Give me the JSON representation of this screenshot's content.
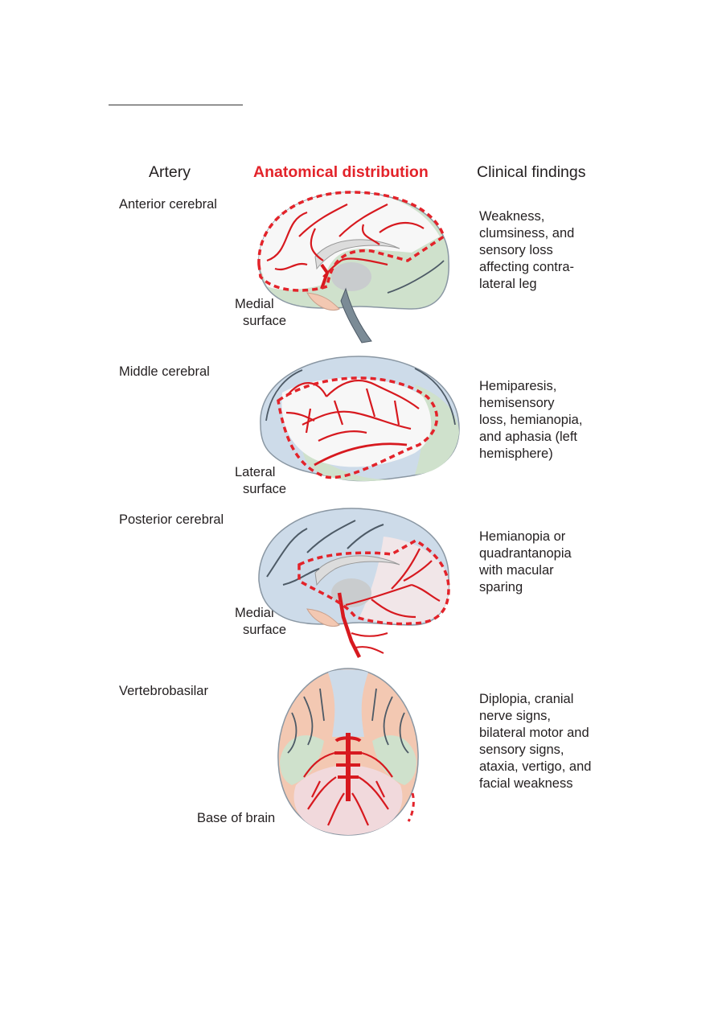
{
  "headers": {
    "artery": "Artery",
    "anatomical": "Anatomical distribution",
    "clinical": "Clinical findings"
  },
  "rows": [
    {
      "artery": "Anterior cerebral",
      "surface": [
        "Medial",
        "surface"
      ],
      "findings": [
        "Weakness,",
        "clumsiness, and",
        "sensory loss",
        "affecting contra-",
        "lateral leg"
      ]
    },
    {
      "artery": "Middle cerebral",
      "surface": [
        "Lateral",
        "surface"
      ],
      "findings": [
        "Hemiparesis,",
        "hemisensory",
        "loss, hemianopia,",
        "and aphasia (left",
        "hemisphere)"
      ]
    },
    {
      "artery": "Posterior cerebral",
      "surface": [
        "Medial",
        "surface"
      ],
      "findings": [
        "Hemianopia or",
        "quadrantanopia",
        "with macular",
        "sparing"
      ]
    },
    {
      "artery": "Vertebrobasilar",
      "surface": [
        "Base of brain"
      ],
      "findings": [
        "Diplopia, cranial",
        "nerve signs,",
        "bilateral motor and",
        "sensory signs,",
        "ataxia, vertigo, and",
        "facial weakness"
      ]
    }
  ],
  "colors": {
    "artery_red": "#d7191f",
    "vein_gray": "#4d5a66",
    "frontal_blue": "#cddbe9",
    "temporal_green": "#cfe1cc",
    "cerebellum_peach": "#f3c8b2",
    "occipital_pink": "#f1d9dc",
    "white_matter": "#f4f4f4"
  }
}
